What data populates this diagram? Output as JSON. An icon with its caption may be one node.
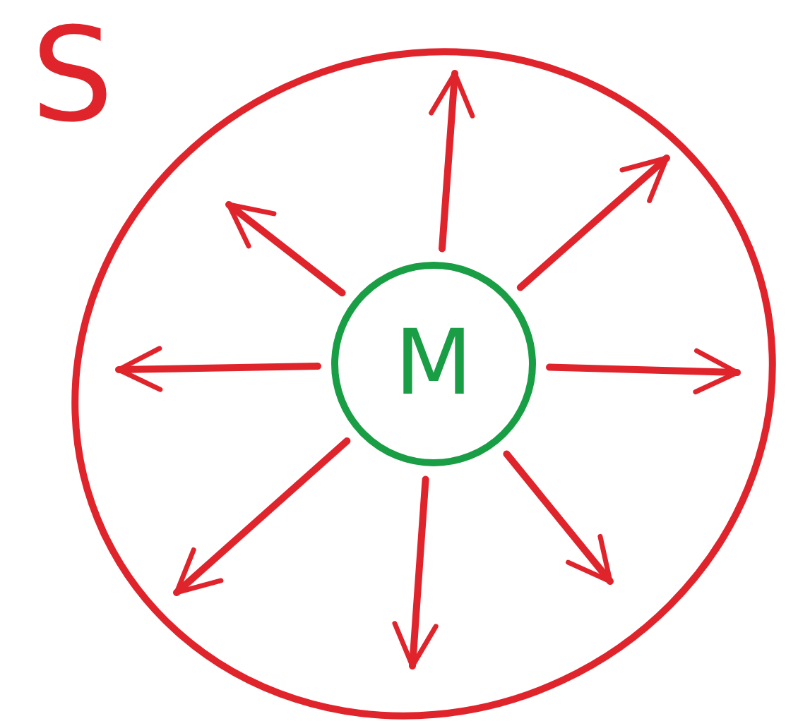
{
  "diagram": {
    "nodes": [
      {
        "text": [
          "S"
        ]
      },
      {
        "text": [
          "M"
        ],
        "in": 0
      }
    ],
    "edges": [
      {
        "from": 1,
        "to": null,
        "arrow": "to"
      },
      {
        "from": 1,
        "to": null,
        "arrow": "to"
      },
      {
        "from": 1,
        "to": null,
        "arrow": "to"
      },
      {
        "from": 1,
        "to": null,
        "arrow": "to"
      },
      {
        "from": 1,
        "to": null,
        "arrow": "to"
      },
      {
        "from": 1,
        "to": null,
        "arrow": "to"
      },
      {
        "from": 1,
        "to": null,
        "arrow": "to"
      },
      {
        "from": 1,
        "to": null,
        "arrow": "to"
      }
    ]
  }
}
